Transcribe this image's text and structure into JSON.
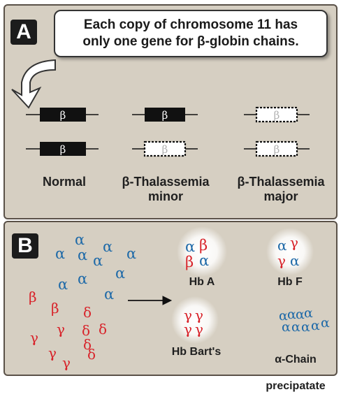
{
  "colors": {
    "panel_bg": "#d6cfc2",
    "alpha_blue": "#1f6aa8",
    "other_red": "#d8232a",
    "gene_black": "#111111"
  },
  "panel_a": {
    "letter": "A",
    "callout_line1": "Each copy of chromosome 11 has",
    "callout_line2": "only one gene for β-globin chains.",
    "gene_symbol": "β",
    "genotypes": [
      {
        "caption": "Normal",
        "top_gene": "present",
        "bottom_gene": "deleted-no"
      },
      {
        "caption": "β-Thalassemia\nminor",
        "top_gene": "present",
        "bottom_gene": "defective"
      },
      {
        "caption": "β-Thalassemia\nmajor",
        "top_gene": "defective",
        "bottom_gene": "defective"
      }
    ]
  },
  "panel_b": {
    "letter": "B",
    "alpha": "α",
    "beta": "β",
    "gamma": "γ",
    "delta": "δ",
    "hb_a": "Hb A",
    "hb_f": "Hb F",
    "hb_barts": "Hb Bart's",
    "precipitate_line1": "α-Chain",
    "precipitate_line2": "precipatate"
  }
}
